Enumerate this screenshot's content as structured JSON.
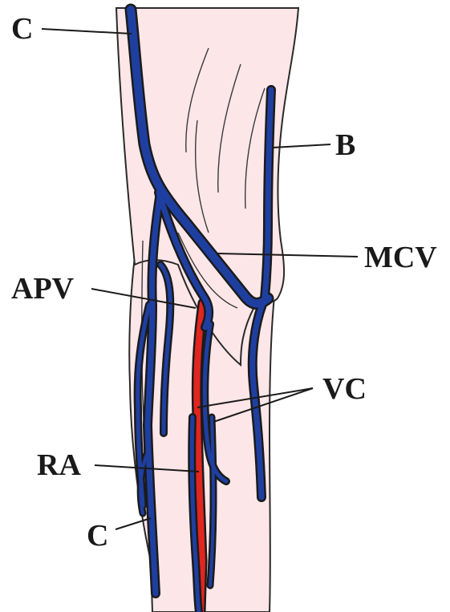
{
  "figure": {
    "labels": {
      "c_top": "C",
      "b": "B",
      "mcv": "MCV",
      "apv": "APV",
      "vc": "VC",
      "ra": "RA",
      "c_bottom": "C"
    }
  },
  "colors": {
    "vein": "#1f3fa0",
    "artery": "#e0261f",
    "skin": "#fde6e8",
    "outline": "#1b1b1b"
  }
}
